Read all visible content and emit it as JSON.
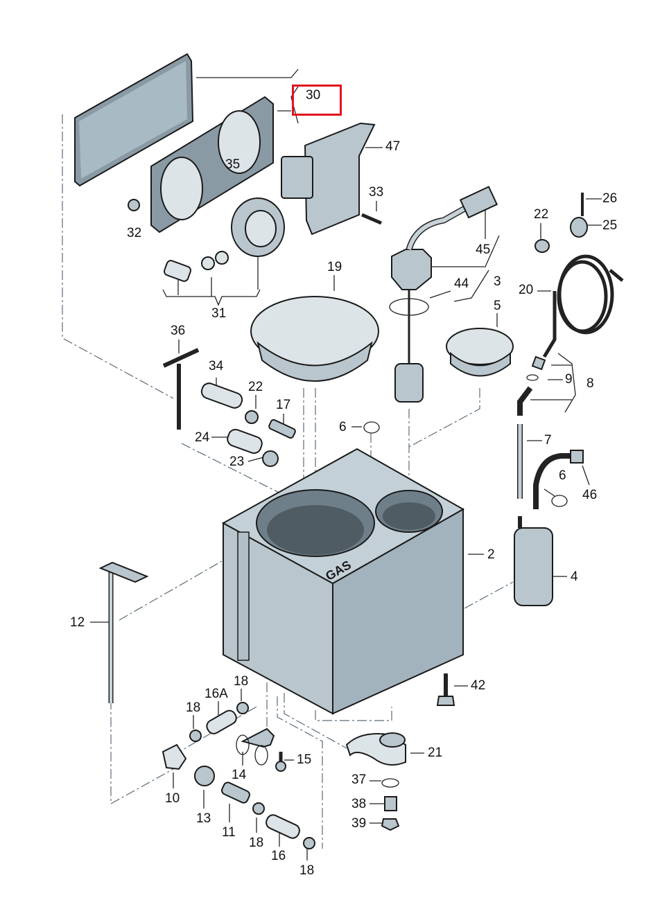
{
  "diagram": {
    "highlighted_label": "30",
    "highlight_color": "#e0141e",
    "tank_marking": "GAS",
    "labels": [
      "30",
      "47",
      "35",
      "33",
      "32",
      "26",
      "25",
      "22",
      "45",
      "19",
      "44",
      "3",
      "20",
      "31",
      "5",
      "36",
      "34",
      "9",
      "8",
      "22",
      "17",
      "6",
      "24",
      "7",
      "23",
      "6",
      "46",
      "2",
      "4",
      "12",
      "42",
      "18",
      "16A",
      "18",
      "21",
      "15",
      "14",
      "37",
      "10",
      "38",
      "13",
      "39",
      "11",
      "18",
      "16",
      "18"
    ]
  }
}
